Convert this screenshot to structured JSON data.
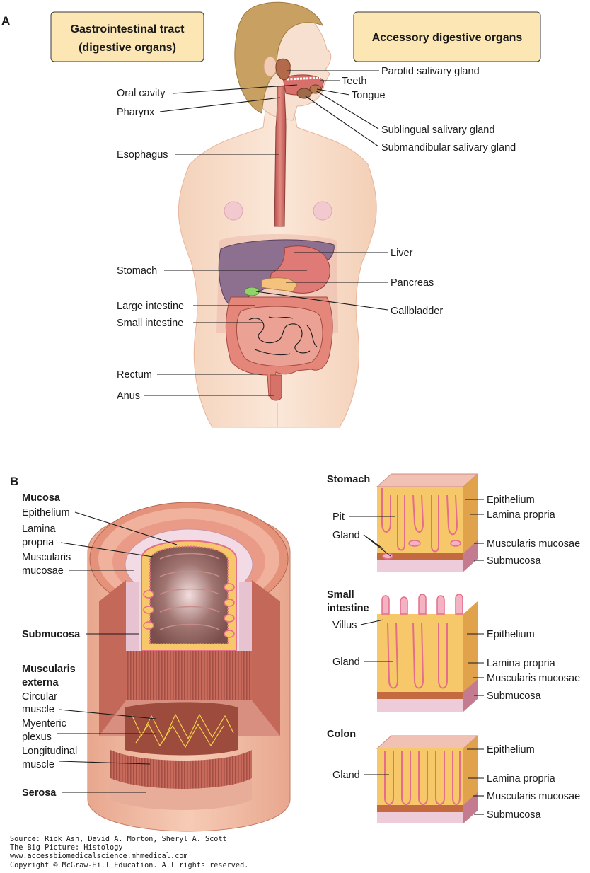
{
  "panel_a": {
    "letter": "A",
    "boxes": {
      "gi_tract": [
        "Gastrointestinal tract",
        "(digestive organs)"
      ],
      "accessory": "Accessory digestive organs"
    },
    "labels": {
      "oral_cavity": "Oral cavity",
      "pharynx": "Pharynx",
      "esophagus": "Esophagus",
      "stomach": "Stomach",
      "large_intestine": "Large intestine",
      "small_intestine": "Small intestine",
      "rectum": "Rectum",
      "anus": "Anus",
      "parotid": "Parotid salivary gland",
      "teeth": "Teeth",
      "tongue": "Tongue",
      "sublingual": "Sublingual salivary gland",
      "submandibular": "Submandibular salivary gland",
      "liver": "Liver",
      "pancreas": "Pancreas",
      "gallbladder": "Gallbladder"
    }
  },
  "panel_b": {
    "letter": "B",
    "wall": {
      "mucosa": "Mucosa",
      "epithelium": "Epithelium",
      "lamina_propria": [
        "Lamina",
        "propria"
      ],
      "muscularis_mucosae": [
        "Muscularis",
        "mucosae"
      ],
      "submucosa": "Submucosa",
      "muscularis_externa": [
        "Muscularis",
        "externa"
      ],
      "circular_muscle": [
        "Circular",
        "muscle"
      ],
      "myenteric_plexus": [
        "Myenteric",
        "plexus"
      ],
      "longitudinal_muscle": [
        "Longitudinal",
        "muscle"
      ],
      "serosa": "Serosa"
    },
    "stomach": {
      "title": "Stomach",
      "pit": "Pit",
      "gland": "Gland",
      "epithelium": "Epithelium",
      "lamina_propria": "Lamina propria",
      "muscularis_mucosae": "Muscularis mucosae",
      "submucosa": "Submucosa"
    },
    "small_intestine": {
      "title": [
        "Small",
        "intestine"
      ],
      "villus": "Villus",
      "gland": "Gland",
      "epithelium": "Epithelium",
      "lamina_propria": "Lamina propria",
      "muscularis_mucosae": "Muscularis mucosae",
      "submucosa": "Submucosa"
    },
    "colon": {
      "title": "Colon",
      "gland": "Gland",
      "epithelium": "Epithelium",
      "lamina_propria": "Lamina propria",
      "muscularis_mucosae": "Muscularis mucosae",
      "submucosa": "Submucosa"
    }
  },
  "source": [
    "Source: Rick Ash, David A. Morton, Sheryl A. Scott",
    "The Big Picture: Histology",
    "www.accessbiomedicalscience.mhmedical.com",
    "Copyright © McGraw-Hill Education. All rights reserved."
  ],
  "colors": {
    "skin": "#f6dcc6",
    "hair": "#c59a5d",
    "gi_red": "#c9605a",
    "liver": "#8d6f8f",
    "gallbladder": "#8fd36a",
    "label_box": "#fbe6b4",
    "lamina": "#f7c86a",
    "epithelium": "#e46e8a",
    "submucosa_layer": "#eecbd8"
  }
}
